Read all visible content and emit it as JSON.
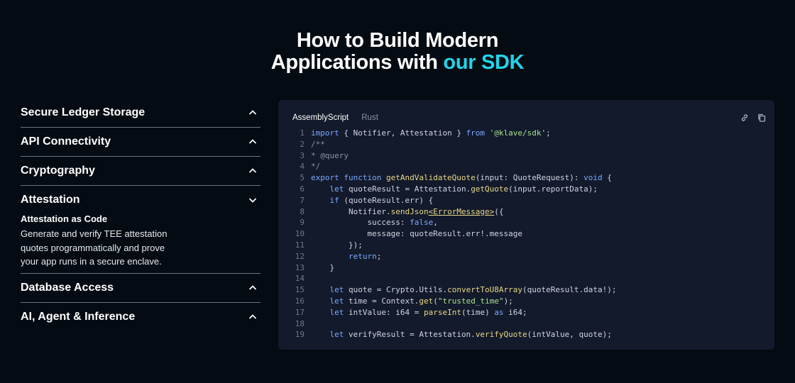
{
  "heading": {
    "line1": "How to Build Modern",
    "line2_prefix": "Applications with ",
    "line2_accent": "our SDK"
  },
  "accordion": {
    "items": [
      {
        "title": "Secure Ledger Storage"
      },
      {
        "title": "API Connectivity"
      },
      {
        "title": "Cryptography"
      },
      {
        "title": "Attestation",
        "subtitle": "Attestation as Code",
        "description": "Generate and verify TEE attestation quotes programmatically and prove your app runs in a secure enclave."
      },
      {
        "title": "Database Access"
      },
      {
        "title": "AI, Agent & Inference"
      }
    ]
  },
  "code_panel": {
    "tabs": [
      "AssemblyScript",
      "Rust"
    ],
    "active_tab": "AssemblyScript",
    "icons": [
      "link-icon",
      "copy-icon"
    ],
    "lines": [
      {
        "n": "1",
        "t": [
          [
            "kw",
            "import"
          ],
          [
            "txt",
            " { Notifier, Attestation } "
          ],
          [
            "kw",
            "from"
          ],
          [
            "txt",
            " "
          ],
          [
            "str",
            "'@klave/sdk'"
          ],
          [
            "txt",
            ";"
          ]
        ]
      },
      {
        "n": "2",
        "t": [
          [
            "cm",
            "/**"
          ]
        ]
      },
      {
        "n": "3",
        "t": [
          [
            "cm",
            "* @query"
          ]
        ]
      },
      {
        "n": "4",
        "t": [
          [
            "cm",
            "*/"
          ]
        ]
      },
      {
        "n": "5",
        "t": [
          [
            "kw",
            "export function"
          ],
          [
            "txt",
            " "
          ],
          [
            "fn",
            "getAndValidateQuote"
          ],
          [
            "txt",
            "(input: QuoteRequest): "
          ],
          [
            "kw",
            "void"
          ],
          [
            "txt",
            " {"
          ]
        ]
      },
      {
        "n": "6",
        "t": [
          [
            "txt",
            "    "
          ],
          [
            "kw",
            "let"
          ],
          [
            "txt",
            " quoteResult = Attestation."
          ],
          [
            "fn",
            "getQuote"
          ],
          [
            "txt",
            "(input.reportData);"
          ]
        ]
      },
      {
        "n": "7",
        "t": [
          [
            "txt",
            "    "
          ],
          [
            "kw",
            "if"
          ],
          [
            "txt",
            " (quoteResult.err) {"
          ]
        ]
      },
      {
        "n": "8",
        "t": [
          [
            "txt",
            "        Notifier."
          ],
          [
            "fn",
            "sendJson"
          ],
          [
            "ul",
            "<ErrorMessage>"
          ],
          [
            "txt",
            "({"
          ]
        ]
      },
      {
        "n": "9",
        "t": [
          [
            "txt",
            "            success: "
          ],
          [
            "kw",
            "false"
          ],
          [
            "txt",
            ","
          ]
        ]
      },
      {
        "n": "10",
        "t": [
          [
            "txt",
            "            message: quoteResult.err!.message"
          ]
        ]
      },
      {
        "n": "11",
        "t": [
          [
            "txt",
            "        });"
          ]
        ]
      },
      {
        "n": "12",
        "t": [
          [
            "txt",
            "        "
          ],
          [
            "kw",
            "return"
          ],
          [
            "txt",
            ";"
          ]
        ]
      },
      {
        "n": "13",
        "t": [
          [
            "txt",
            "    }"
          ]
        ]
      },
      {
        "n": "14",
        "t": [
          [
            "txt",
            ""
          ]
        ]
      },
      {
        "n": "15",
        "t": [
          [
            "txt",
            "    "
          ],
          [
            "kw",
            "let"
          ],
          [
            "txt",
            " quote = Crypto.Utils."
          ],
          [
            "fn",
            "convertToU8Array"
          ],
          [
            "txt",
            "(quoteResult.data!);"
          ]
        ]
      },
      {
        "n": "16",
        "t": [
          [
            "txt",
            "    "
          ],
          [
            "kw",
            "let"
          ],
          [
            "txt",
            " time = Context."
          ],
          [
            "fn",
            "get"
          ],
          [
            "txt",
            "("
          ],
          [
            "str",
            "\"trusted_time\""
          ],
          [
            "txt",
            ");"
          ]
        ]
      },
      {
        "n": "17",
        "t": [
          [
            "txt",
            "    "
          ],
          [
            "kw",
            "let"
          ],
          [
            "txt",
            " intValue: i64 = "
          ],
          [
            "fn",
            "parseInt"
          ],
          [
            "txt",
            "(time) "
          ],
          [
            "kw",
            "as"
          ],
          [
            "txt",
            " i64;"
          ]
        ]
      },
      {
        "n": "18",
        "t": [
          [
            "txt",
            ""
          ]
        ]
      },
      {
        "n": "19",
        "t": [
          [
            "txt",
            "    "
          ],
          [
            "kw",
            "let"
          ],
          [
            "txt",
            " verifyResult = Attestation."
          ],
          [
            "fn",
            "verifyQuote"
          ],
          [
            "txt",
            "(intValue, quote);"
          ]
        ]
      }
    ]
  }
}
